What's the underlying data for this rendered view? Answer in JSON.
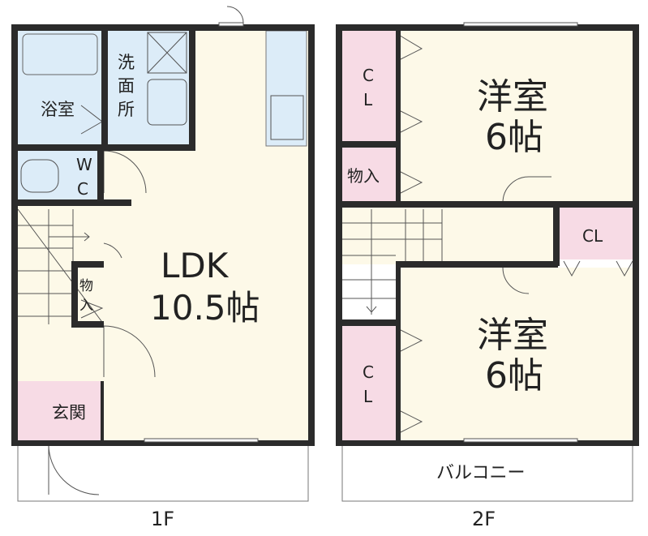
{
  "plan": {
    "floor1": {
      "label": "1F",
      "rooms": {
        "bath": "浴室",
        "washroom_line1": "洗",
        "washroom_line2": "面",
        "washroom_line3": "所",
        "wc_line1": "W",
        "wc_line2": "C",
        "ldk_line1": "LDK",
        "ldk_line2": "10.5帖",
        "storage_line1": "物",
        "storage_line2": "入",
        "entrance": "玄関"
      }
    },
    "floor2": {
      "label": "2F",
      "rooms": {
        "western_top_line1": "洋室",
        "western_top_line2": "6帖",
        "western_bottom_line1": "洋室",
        "western_bottom_line2": "6帖",
        "cl_top_line1": "C",
        "cl_top_line2": "L",
        "cl_bottom_line1": "C",
        "cl_bottom_line2": "L",
        "cl_right": "CL",
        "storage": "物入",
        "balcony": "バルコニー"
      }
    },
    "colors": {
      "wet_area": "#dcecf8",
      "closet": "#f7dbe5",
      "room": "#fdf9e8",
      "wall": "#2b2b2b"
    }
  }
}
